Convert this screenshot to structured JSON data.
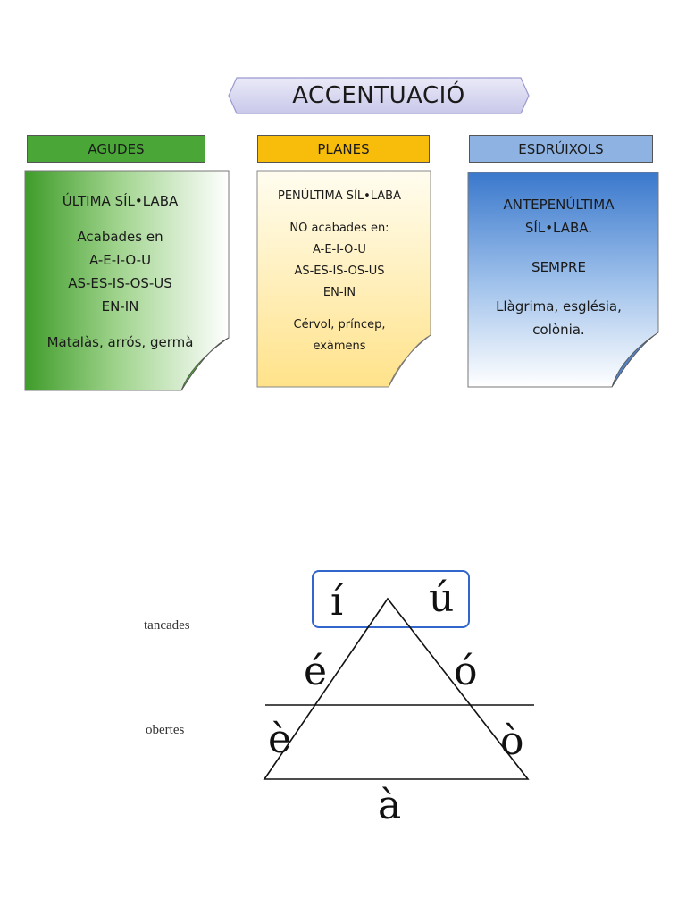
{
  "title": "ACCENTUACIÓ",
  "columns": [
    {
      "header": "AGUDES",
      "header_color": "#4aa637",
      "lines": [
        "ÚLTIMA SÍL•LABA",
        "",
        "Acabades en",
        "A-E-I-O-U",
        "AS-ES-IS-OS-US",
        "EN-IN",
        "",
        "Matalàs, arrós, germà"
      ],
      "gradient": [
        "#3f9c2a",
        "#ffffff"
      ]
    },
    {
      "header": "PLANES",
      "header_color": "#f7bd0a",
      "lines": [
        "PENÚLTIMA SÍL•LABA",
        "",
        "NO acabades en:",
        "A-E-I-O-U",
        "AS-ES-IS-OS-US",
        "EN-IN",
        "",
        "Cérvol, príncep,",
        "exàmens"
      ],
      "gradient": [
        "#fff8d8",
        "#ffe69a"
      ]
    },
    {
      "header": "ESDRÚIXOLS",
      "header_color": "#8eb3e3",
      "lines": [
        "ANTEPENÚLTIMA",
        "SÍL•LABA.",
        "",
        "SEMPRE",
        "",
        "Llàgrima, església,",
        "colònia."
      ],
      "gradient": [
        "#3a78cc",
        "#ffffff"
      ]
    }
  ],
  "vowel_diagram": {
    "closed_vowels": [
      "í",
      "ú"
    ],
    "mid_closed": [
      "é",
      "ó"
    ],
    "mid_open": [
      "è",
      "ò"
    ],
    "open": "à",
    "label_closed": "tancades",
    "label_open": "obertes",
    "highlight_color": "#3366cc"
  }
}
